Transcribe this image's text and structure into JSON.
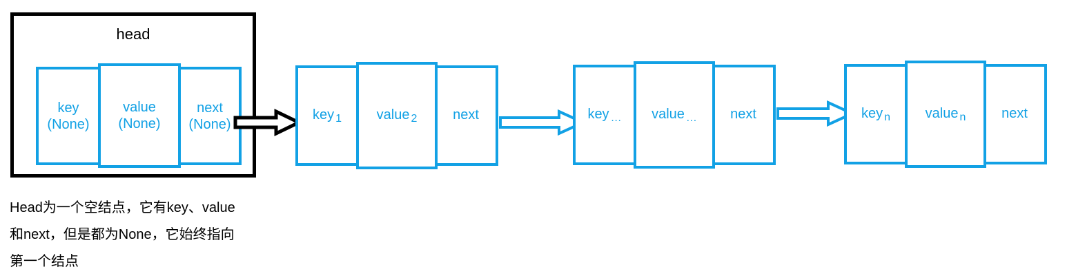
{
  "diagram": {
    "title": "linked-list-with-empty-head-node",
    "head_label": "head",
    "head_node": {
      "cells": [
        {
          "label": "key",
          "value": "(None)"
        },
        {
          "label": "value",
          "value": "(None)"
        },
        {
          "label": "next",
          "value": "(None)"
        }
      ]
    },
    "nodes": [
      {
        "cells": [
          {
            "label": "key",
            "sub": "1"
          },
          {
            "label": "value",
            "sub": "2"
          },
          {
            "label": "next",
            "sub": ""
          }
        ]
      },
      {
        "cells": [
          {
            "label": "key",
            "sub": "…"
          },
          {
            "label": "value",
            "sub": "…"
          },
          {
            "label": "next",
            "sub": ""
          }
        ]
      },
      {
        "cells": [
          {
            "label": "key",
            "sub": "n"
          },
          {
            "label": "value",
            "sub": "n"
          },
          {
            "label": "next",
            "sub": ""
          }
        ]
      }
    ],
    "arrows": [
      {
        "name": "head-to-node1",
        "color": "#000000"
      },
      {
        "name": "node1-to-node2",
        "color": "#12a1e5"
      },
      {
        "name": "node2-to-node3",
        "color": "#12a1e5"
      }
    ],
    "caption": {
      "lines": [
        "Head为一个空结点，它有key、value",
        "和next，但是都为None，它始终指向",
        "第一个结点"
      ]
    },
    "colors": {
      "node_border_blue": "#12a1e5",
      "head_border_black": "#000000",
      "text_black": "#000000",
      "background": "#ffffff"
    }
  }
}
